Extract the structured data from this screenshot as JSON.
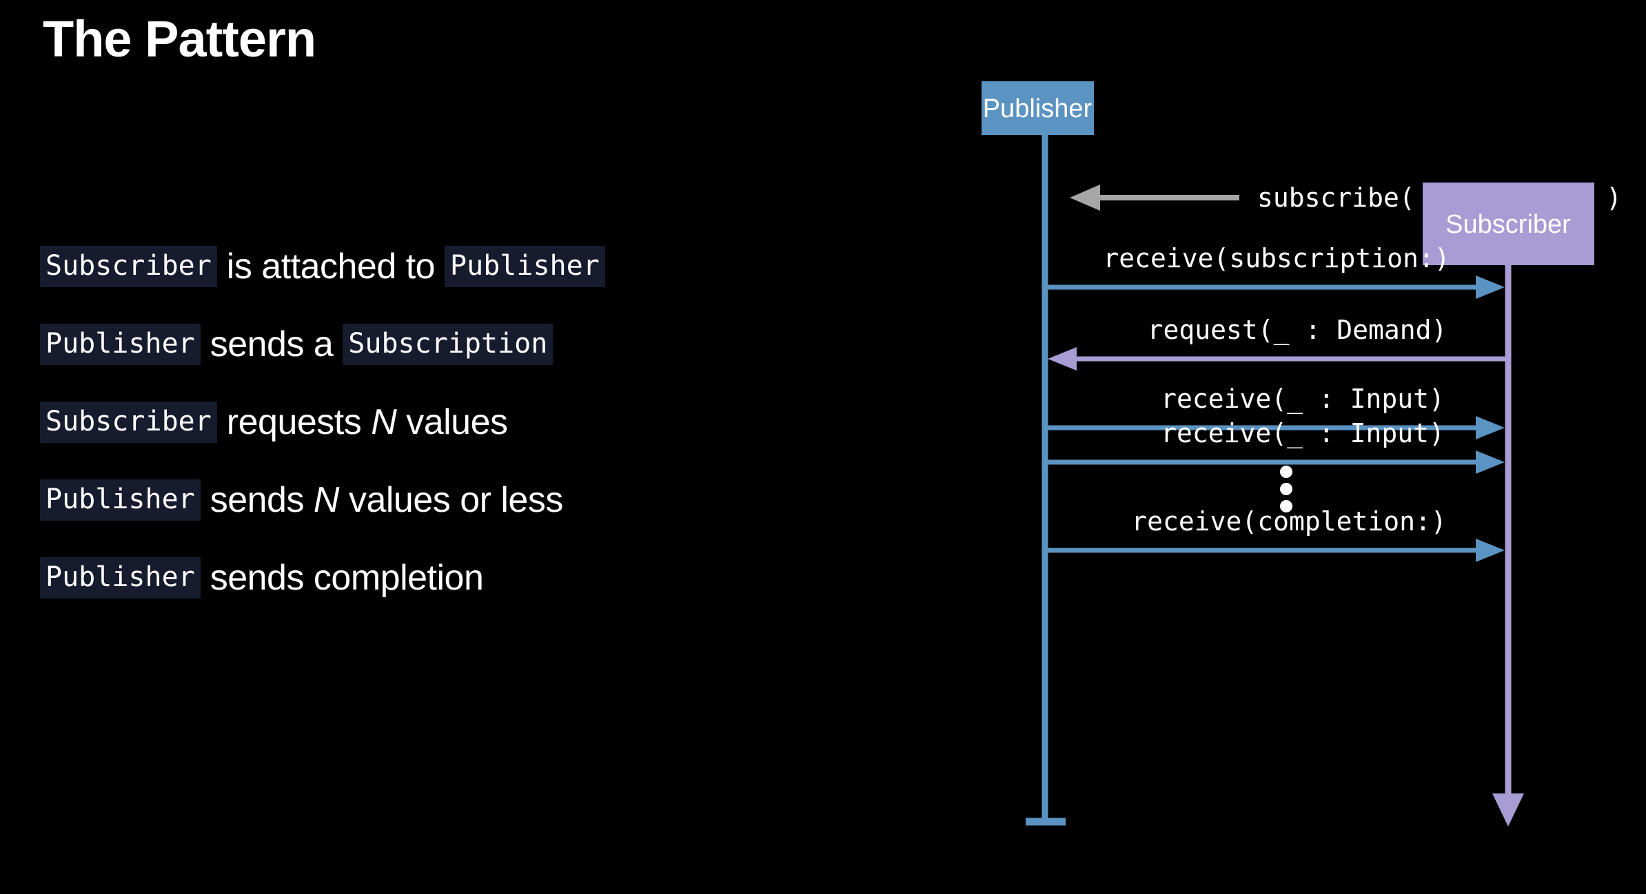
{
  "slide": {
    "title": "The Pattern",
    "background_color": "#000000"
  },
  "bullets": [
    {
      "parts": [
        {
          "type": "code",
          "text": "Subscriber"
        },
        {
          "type": "plain",
          "text": "is attached to"
        },
        {
          "type": "code",
          "text": "Publisher"
        }
      ]
    },
    {
      "parts": [
        {
          "type": "code",
          "text": "Publisher"
        },
        {
          "type": "plain",
          "text": "sends a"
        },
        {
          "type": "code",
          "text": "Subscription"
        }
      ]
    },
    {
      "parts": [
        {
          "type": "code",
          "text": "Subscriber"
        },
        {
          "type": "plain",
          "text": "requests"
        },
        {
          "type": "italic",
          "text": "N"
        },
        {
          "type": "plain",
          "text": "values"
        }
      ]
    },
    {
      "parts": [
        {
          "type": "code",
          "text": "Publisher"
        },
        {
          "type": "plain",
          "text": "sends"
        },
        {
          "type": "italic",
          "text": "N"
        },
        {
          "type": "plain",
          "text": "values or less"
        }
      ]
    },
    {
      "parts": [
        {
          "type": "code",
          "text": "Publisher"
        },
        {
          "type": "plain",
          "text": "sends completion"
        }
      ]
    }
  ],
  "diagram": {
    "type": "sequence-diagram",
    "colors": {
      "publisher": "#5b93c2",
      "subscriber": "#a89cd4",
      "gray_arrow": "#a6a6a6",
      "label_text": "#ffffff"
    },
    "participants": [
      {
        "id": "publisher",
        "label": "Publisher",
        "color": "#5b93c2"
      },
      {
        "id": "subscriber",
        "label": "Subscriber",
        "color": "#a89cd4"
      }
    ],
    "messages": [
      {
        "index": 1,
        "label": "subscribe(",
        "label_suffix": ")",
        "inline_box": "Subscriber",
        "direction": "left",
        "color": "#a6a6a6",
        "from": "subscriber",
        "to": "publisher"
      },
      {
        "index": 2,
        "label": "receive(subscription:)",
        "direction": "right",
        "color": "#5b93c2",
        "from": "publisher",
        "to": "subscriber"
      },
      {
        "index": 3,
        "label": "request(_ : Demand)",
        "direction": "left",
        "color": "#a89cd4",
        "from": "subscriber",
        "to": "publisher"
      },
      {
        "index": 4,
        "label": "receive(_ : Input)",
        "direction": "right",
        "color": "#5b93c2",
        "from": "publisher",
        "to": "subscriber"
      },
      {
        "index": 5,
        "label": "receive(_ : Input)",
        "direction": "right",
        "color": "#5b93c2",
        "from": "publisher",
        "to": "subscriber"
      },
      {
        "index": 6,
        "label": "⋮",
        "direction": "none",
        "color": "#ffffff",
        "note": "vertical-ellipsis"
      },
      {
        "index": 7,
        "label": "receive(completion:)",
        "direction": "right",
        "color": "#5b93c2",
        "from": "publisher",
        "to": "subscriber"
      }
    ]
  }
}
